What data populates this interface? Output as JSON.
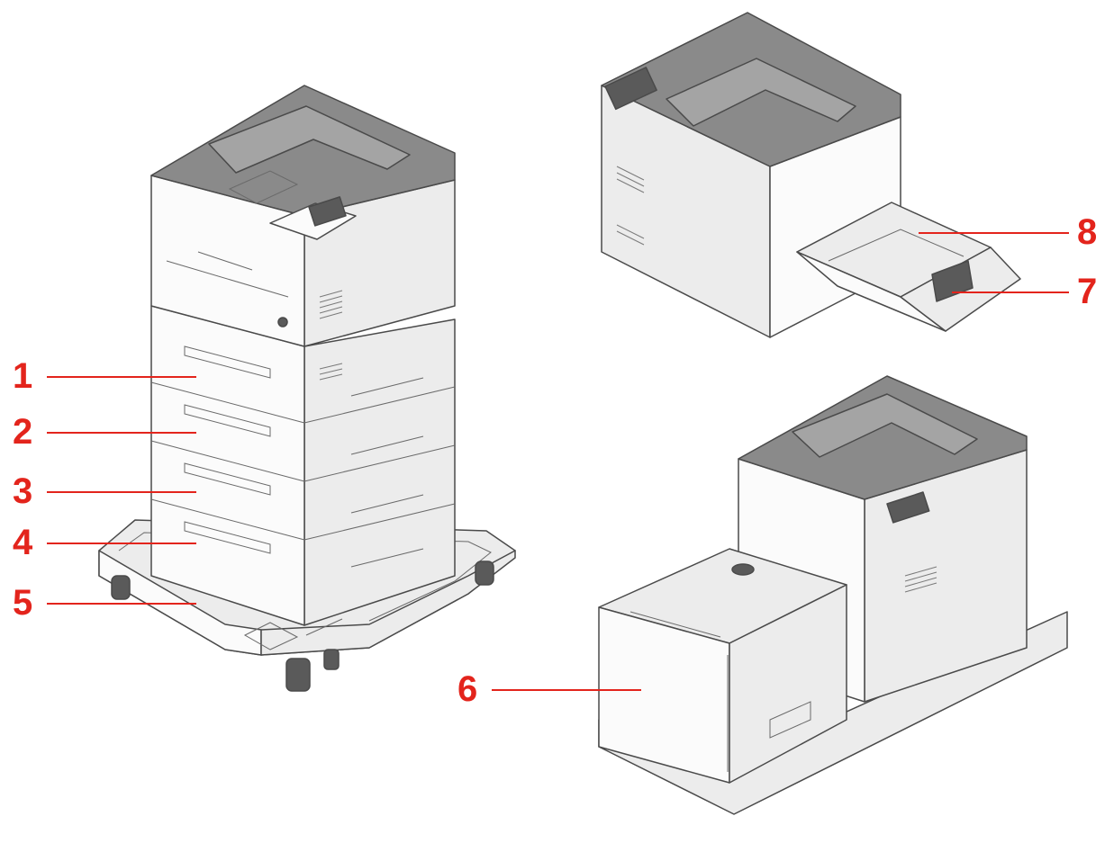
{
  "accent_color": "#e3241c",
  "callouts": [
    {
      "label": "1"
    },
    {
      "label": "2"
    },
    {
      "label": "3"
    },
    {
      "label": "4"
    },
    {
      "label": "5"
    },
    {
      "label": "6"
    },
    {
      "label": "7"
    },
    {
      "label": "8"
    }
  ]
}
